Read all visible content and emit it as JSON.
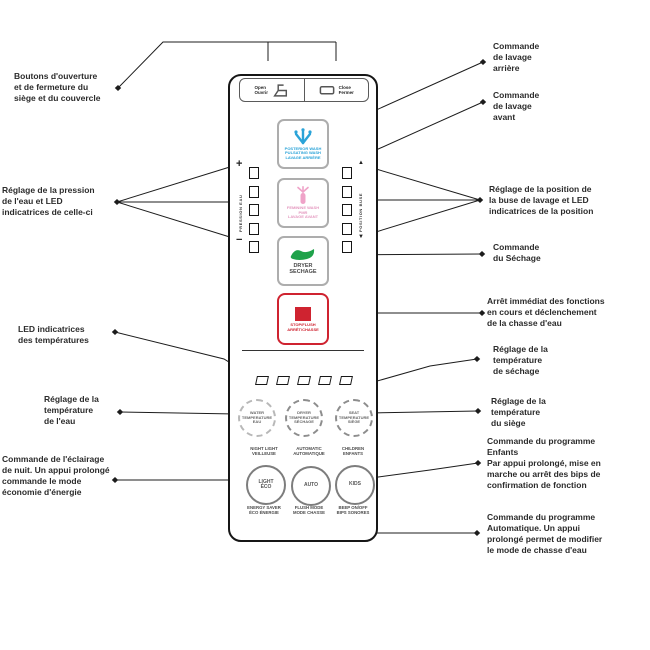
{
  "colors": {
    "line": "#1c1c1c",
    "label_text": "#2b2b2b",
    "wash_rear_blue": "#2aa3d8",
    "wash_front_pink": "#efa3c8",
    "dryer_green": "#1fa24a",
    "stop_red": "#cf2330",
    "button_border_gray": "#adadad"
  },
  "callouts": {
    "open_close": "Boutons d'ouverture\net de fermeture du\nsiège et du couvercle",
    "pression": "Réglage de la pression\nde l'eau et LED\nindicatrices de celle-ci",
    "led_temperatures": "LED indicatrices\ndes températures",
    "temp_eau": "Réglage de la\ntempérature\nde l'eau",
    "eclairage": "Commande de l'éclairage\nde nuit. Un appui prolongé\ncommande le mode\néconomie d'énergie",
    "lavage_arriere": "Commande\nde lavage\narrière",
    "lavage_avant": "Commande\nde lavage\navant",
    "position_buse": "Réglage de la position de\nla buse de lavage et LED\nindicatrices de la position",
    "sechage": "Commande\ndu Séchage",
    "arret": "Arrêt immédiat des fonctions\nen cours et déclenchement\nde la chasse d'eau",
    "temp_sechage": "Réglage de la\ntempérature\nde séchage",
    "temp_siege": "Réglage de la\ntempérature\ndu siège",
    "enfants": "Commande du programme\nEnfants\nPar appui prolongé, mise en\nmarche ou arrêt des bips de\nconfirmation de fonction",
    "automatique": "Commande du programme\nAutomatique. Un appui\nprolongé permet de modifier\nle mode de chasse d'eau"
  },
  "remote": {
    "open_button": {
      "label": "Open\nOuvrir"
    },
    "close_button": {
      "label": "Close\nFermer"
    },
    "rear_wash": {
      "caption": "POSTERIOR WASH\nPULSATING WASH\nLAVAGE ARRIÈRE"
    },
    "front_wash": {
      "caption": "FEMININE WASH\nPMR\nLAVAGE AVANT"
    },
    "dryer": {
      "caption": "DRYER\nSECHAGE"
    },
    "stop": {
      "caption": "STOP/FLUSH\nARRÊT/CHASSE"
    },
    "pressure": {
      "plus": "+",
      "minus": "−",
      "label": "PRESSION EAU"
    },
    "position": {
      "up": "▲",
      "down": "▼",
      "label": "POSITION BUSE"
    },
    "temp_buttons": {
      "water": "WATER\nTEMPERATURE\nEAU",
      "dryer": "DRYER\nTEMPERATURE\nSÉCHAGE",
      "seat": "SEAT\nTEMPERATURE\nSIÈGE"
    },
    "programs": {
      "light": {
        "above": "NIGHT LIGHT\nVEILLEUSE",
        "inside": "LIGHT\nÉCO",
        "below": "ENERGY SAVER\nÉCO ÉNERGIE"
      },
      "auto": {
        "above": "AUTOMATIC\nAUTOMATIQUE",
        "inside": "AUTO",
        "below": "FLUSH MODE\nMODE CHASSE"
      },
      "kids": {
        "above": "CHILDREN\nENFANTS",
        "inside": "KIDS",
        "below": "BEEP ON/OFF\nBIPS SONORES"
      }
    }
  }
}
